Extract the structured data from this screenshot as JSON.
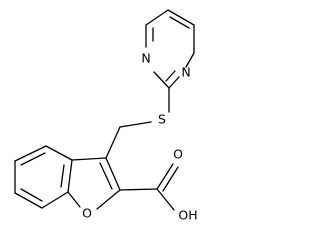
{
  "molecule": {
    "atoms": {
      "n_top": "N",
      "n_right": "N",
      "sulfur": "S",
      "oxygen_ring": "O",
      "acid_oxygen": "O",
      "hydroxyl": "OH"
    }
  },
  "colors": {
    "bond": "#000000",
    "label": "#000000",
    "background": "#ffffff"
  }
}
